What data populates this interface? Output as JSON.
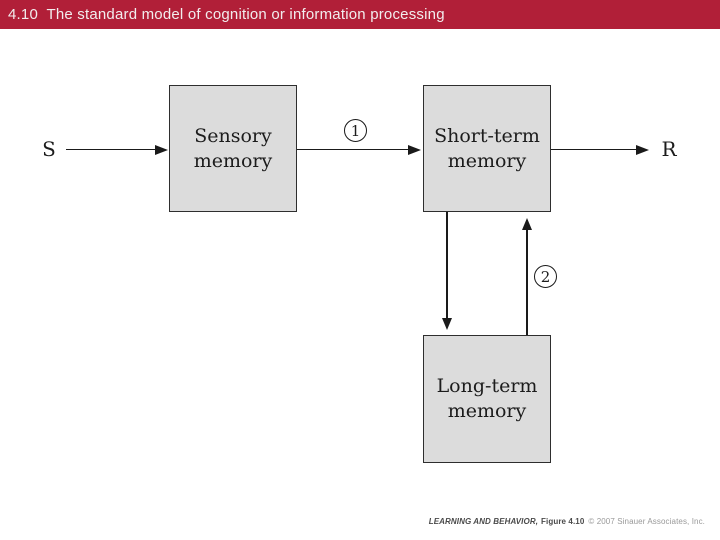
{
  "header": {
    "title": "4.10  The standard model of cognition or information processing"
  },
  "diagram": {
    "stimulus": "S",
    "response": "R",
    "boxes": {
      "sensory": {
        "line1": "Sensory",
        "line2": "memory"
      },
      "short_term": {
        "line1": "Short-term",
        "line2": "memory"
      },
      "long_term": {
        "line1": "Long-term",
        "line2": "memory"
      }
    },
    "markers": {
      "one": "1",
      "two": "2"
    },
    "edges": [
      {
        "name": "stimulus-to-sensory",
        "from": "S",
        "to": "Sensory memory"
      },
      {
        "name": "sensory-to-short-term",
        "from": "Sensory memory",
        "to": "Short-term memory",
        "marker": "1"
      },
      {
        "name": "short-term-to-response",
        "from": "Short-term memory",
        "to": "R"
      },
      {
        "name": "short-term-to-long-term",
        "from": "Short-term memory",
        "to": "Long-term memory"
      },
      {
        "name": "long-term-to-short-term",
        "from": "Long-term memory",
        "to": "Short-term memory",
        "marker": "2"
      }
    ]
  },
  "footer": {
    "book": "LEARNING AND BEHAVIOR,",
    "figure": "Figure 4.10",
    "copyright": "© 2007 Sinauer Associates, Inc."
  },
  "colors": {
    "header-bg": "#B11F38",
    "header-text": "#F2EDEE",
    "box-fill": "#DCDCDC",
    "box-border": "#2E2E2E",
    "line": "#1A1A1A",
    "credit-dark": "#4A4A4A",
    "credit-light": "#999999"
  }
}
